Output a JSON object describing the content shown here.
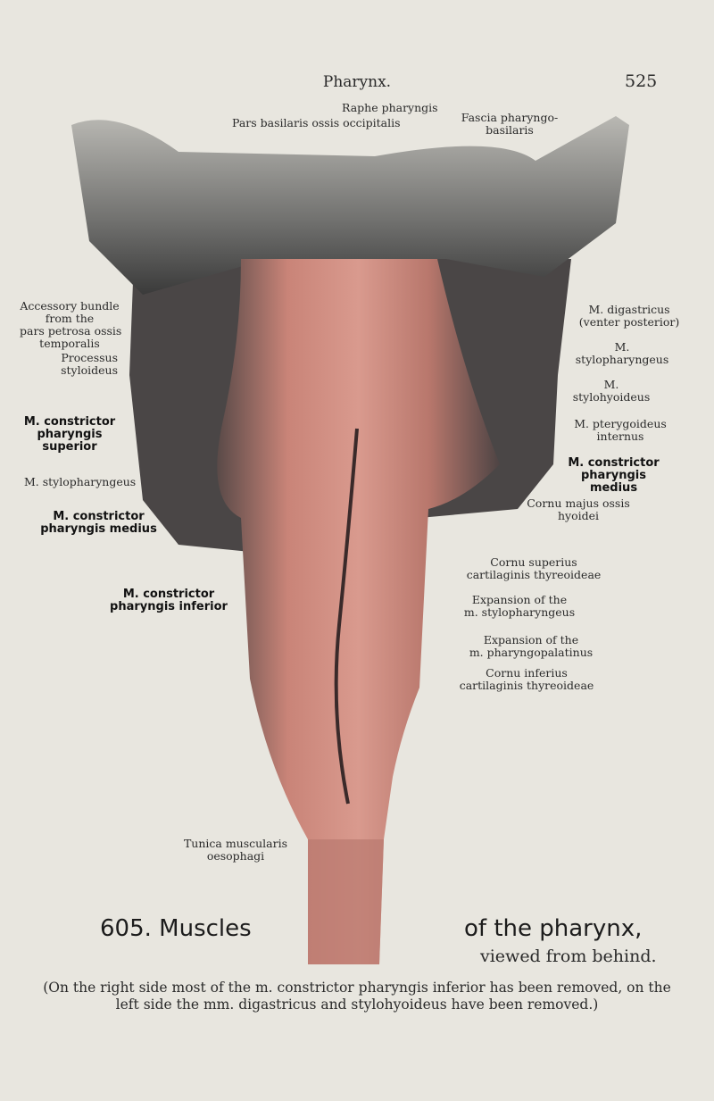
{
  "header": {
    "running_title": "Pharynx.",
    "page_number": "525"
  },
  "labels_top": {
    "raphe": "Raphe pharyngis",
    "pars_basilaris": "Pars basilaris ossis occipitalis",
    "fascia_1": "Fascia pharyngo-",
    "fascia_2": "basilaris"
  },
  "labels_left": {
    "accessory_1": "Accessory bundle",
    "accessory_2": "from the",
    "accessory_3": "pars petrosa ossis",
    "accessory_4": "temporalis",
    "processus_1": "Processus",
    "processus_2": "styloideus",
    "cps_1": "M. constrictor",
    "cps_2": "pharyngis",
    "cps_3": "superior",
    "stylo": "M. stylopharyngeus",
    "cpm_1": "M. constrictor",
    "cpm_2": "pharyngis medius",
    "cpi_1": "M. constrictor",
    "cpi_2": "pharyngis inferior",
    "tunica_1": "Tunica muscularis",
    "tunica_2": "oesophagi"
  },
  "labels_right": {
    "digastricus_1": "M. digastricus",
    "digastricus_2": "(venter posterior)",
    "stylopharyngeus_1": "M.",
    "stylopharyngeus_2": "stylopharyngeus",
    "stylohyoideus_1": "M.",
    "stylohyoideus_2": "stylohyoideus",
    "pterygoideus_1": "M. pterygoideus",
    "pterygoideus_2": "internus",
    "cpm_1": "M. constrictor",
    "cpm_2": "pharyngis",
    "cpm_3": "medius",
    "cornu_majus_1": "Cornu majus ossis",
    "cornu_majus_2": "hyoidei",
    "cornu_sup_1": "Cornu superius",
    "cornu_sup_2": "cartilaginis thyreoideae",
    "exp_stylo_1": "Expansion of the",
    "exp_stylo_2": "m. stylopharyngeus",
    "exp_palat_1": "Expansion of the",
    "exp_palat_2": "m. pharyngopalatinus",
    "cornu_inf_1": "Cornu inferius",
    "cornu_inf_2": "cartilaginis thyreoideae"
  },
  "caption": {
    "left": "605. Muscles",
    "right": "of the pharynx,",
    "sub": "viewed from behind.",
    "note": "(On the right side most of the m. constrictor pharyngis inferior has been removed, on the left side the mm. digastricus and stylohyoideus have been removed.)"
  },
  "colors": {
    "paper": "#e8e6df",
    "muscle": "#c98478",
    "bone": "#8a8a88"
  }
}
